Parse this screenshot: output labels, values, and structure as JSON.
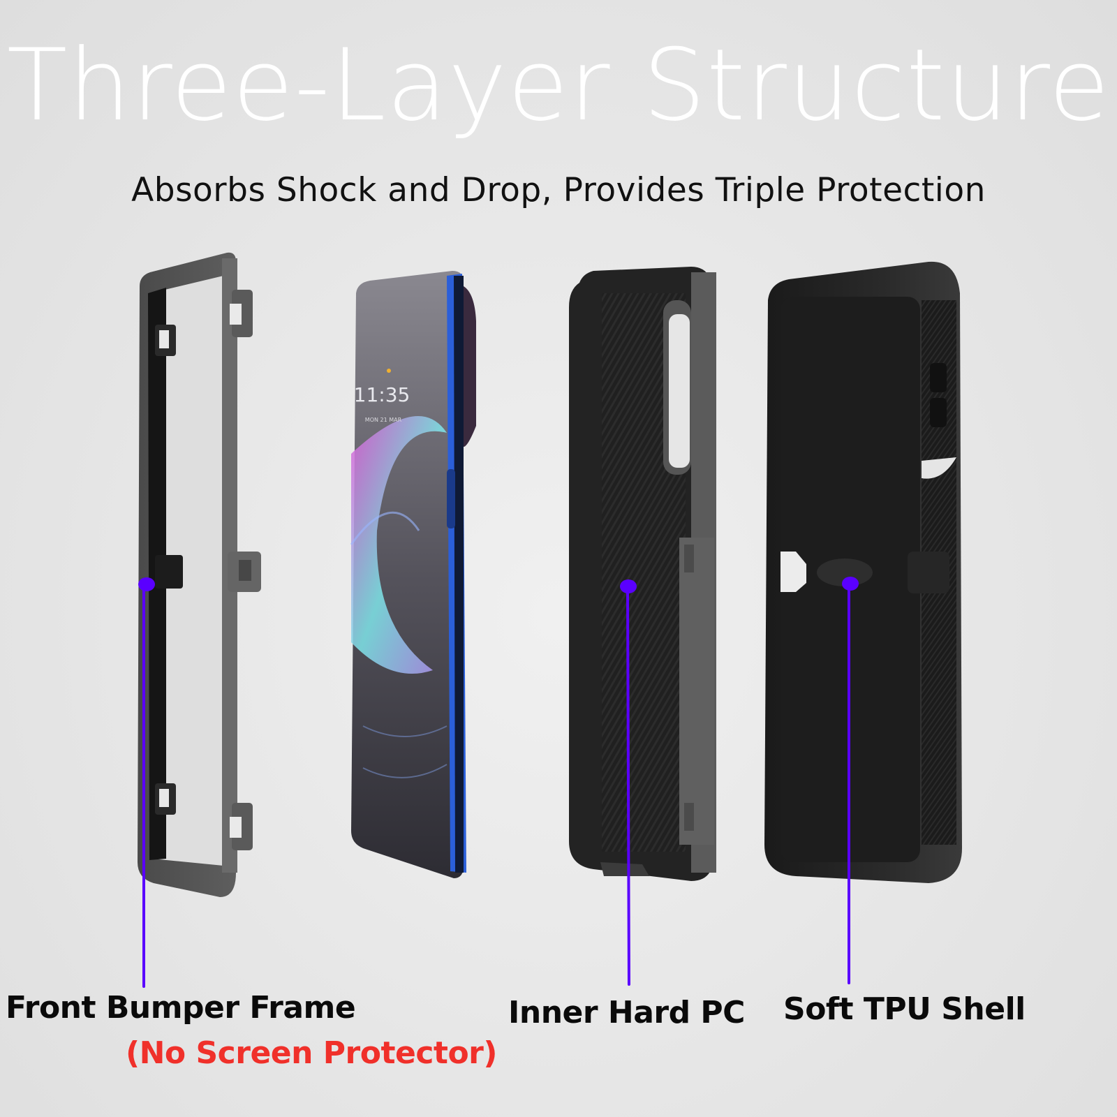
{
  "header": {
    "title": "Three-Layer Structure",
    "subtitle": "Absorbs Shock and Drop, Provides Triple Protection"
  },
  "phone": {
    "screen_time": "11:35",
    "screen_date": "MON 21 MAR"
  },
  "layers": [
    {
      "name": "front-bumper-frame",
      "label": "Front Bumper Frame",
      "note": "(No Screen Protector)"
    },
    {
      "name": "inner-hard-pc",
      "label": "Inner Hard PC"
    },
    {
      "name": "soft-tpu-shell",
      "label": "Soft TPU Shell"
    }
  ],
  "colors": {
    "accent": "#5a00ff",
    "note_red": "#f0302a",
    "title": "#ffffff",
    "background": "#e6e6e6",
    "frame_gray": "#555555",
    "case_black": "#1c1c1c"
  }
}
